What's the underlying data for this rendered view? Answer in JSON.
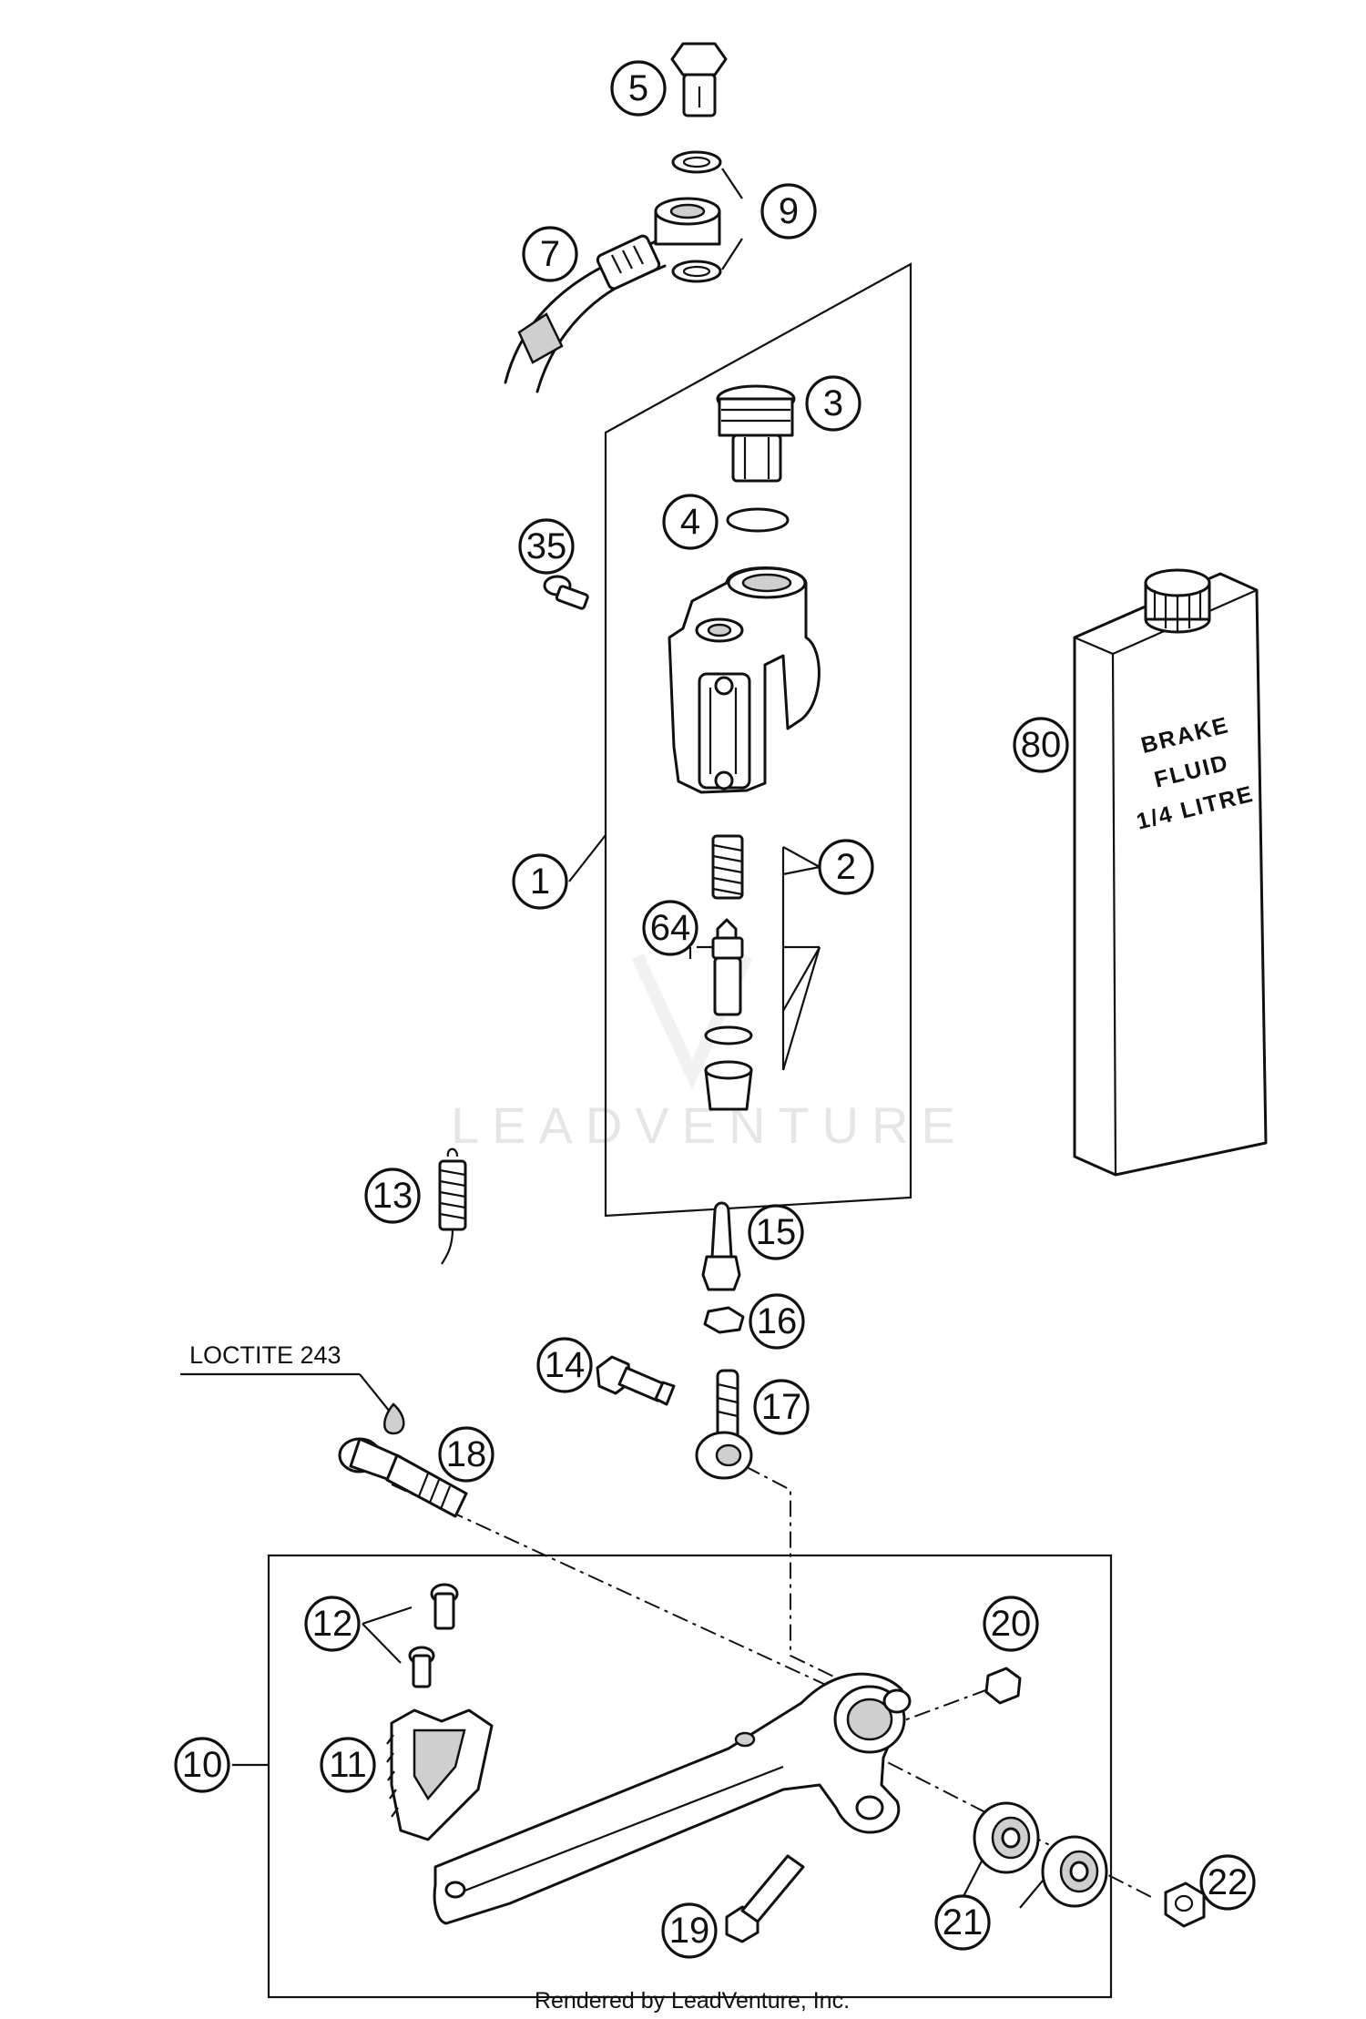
{
  "diagram": {
    "callouts": [
      "5",
      "9",
      "7",
      "3",
      "4",
      "35",
      "80",
      "1",
      "2",
      "64",
      "13",
      "15",
      "16",
      "14",
      "17",
      "18",
      "20",
      "12",
      "10",
      "11",
      "19",
      "21",
      "22"
    ],
    "loctite_label": "LOCTITE 243",
    "bottle_label": [
      "BRAKE",
      "FLUID",
      "1/4 LITRE"
    ],
    "watermark": "LEADVENTURE",
    "credit": "Rendered by LeadVenture, Inc."
  }
}
